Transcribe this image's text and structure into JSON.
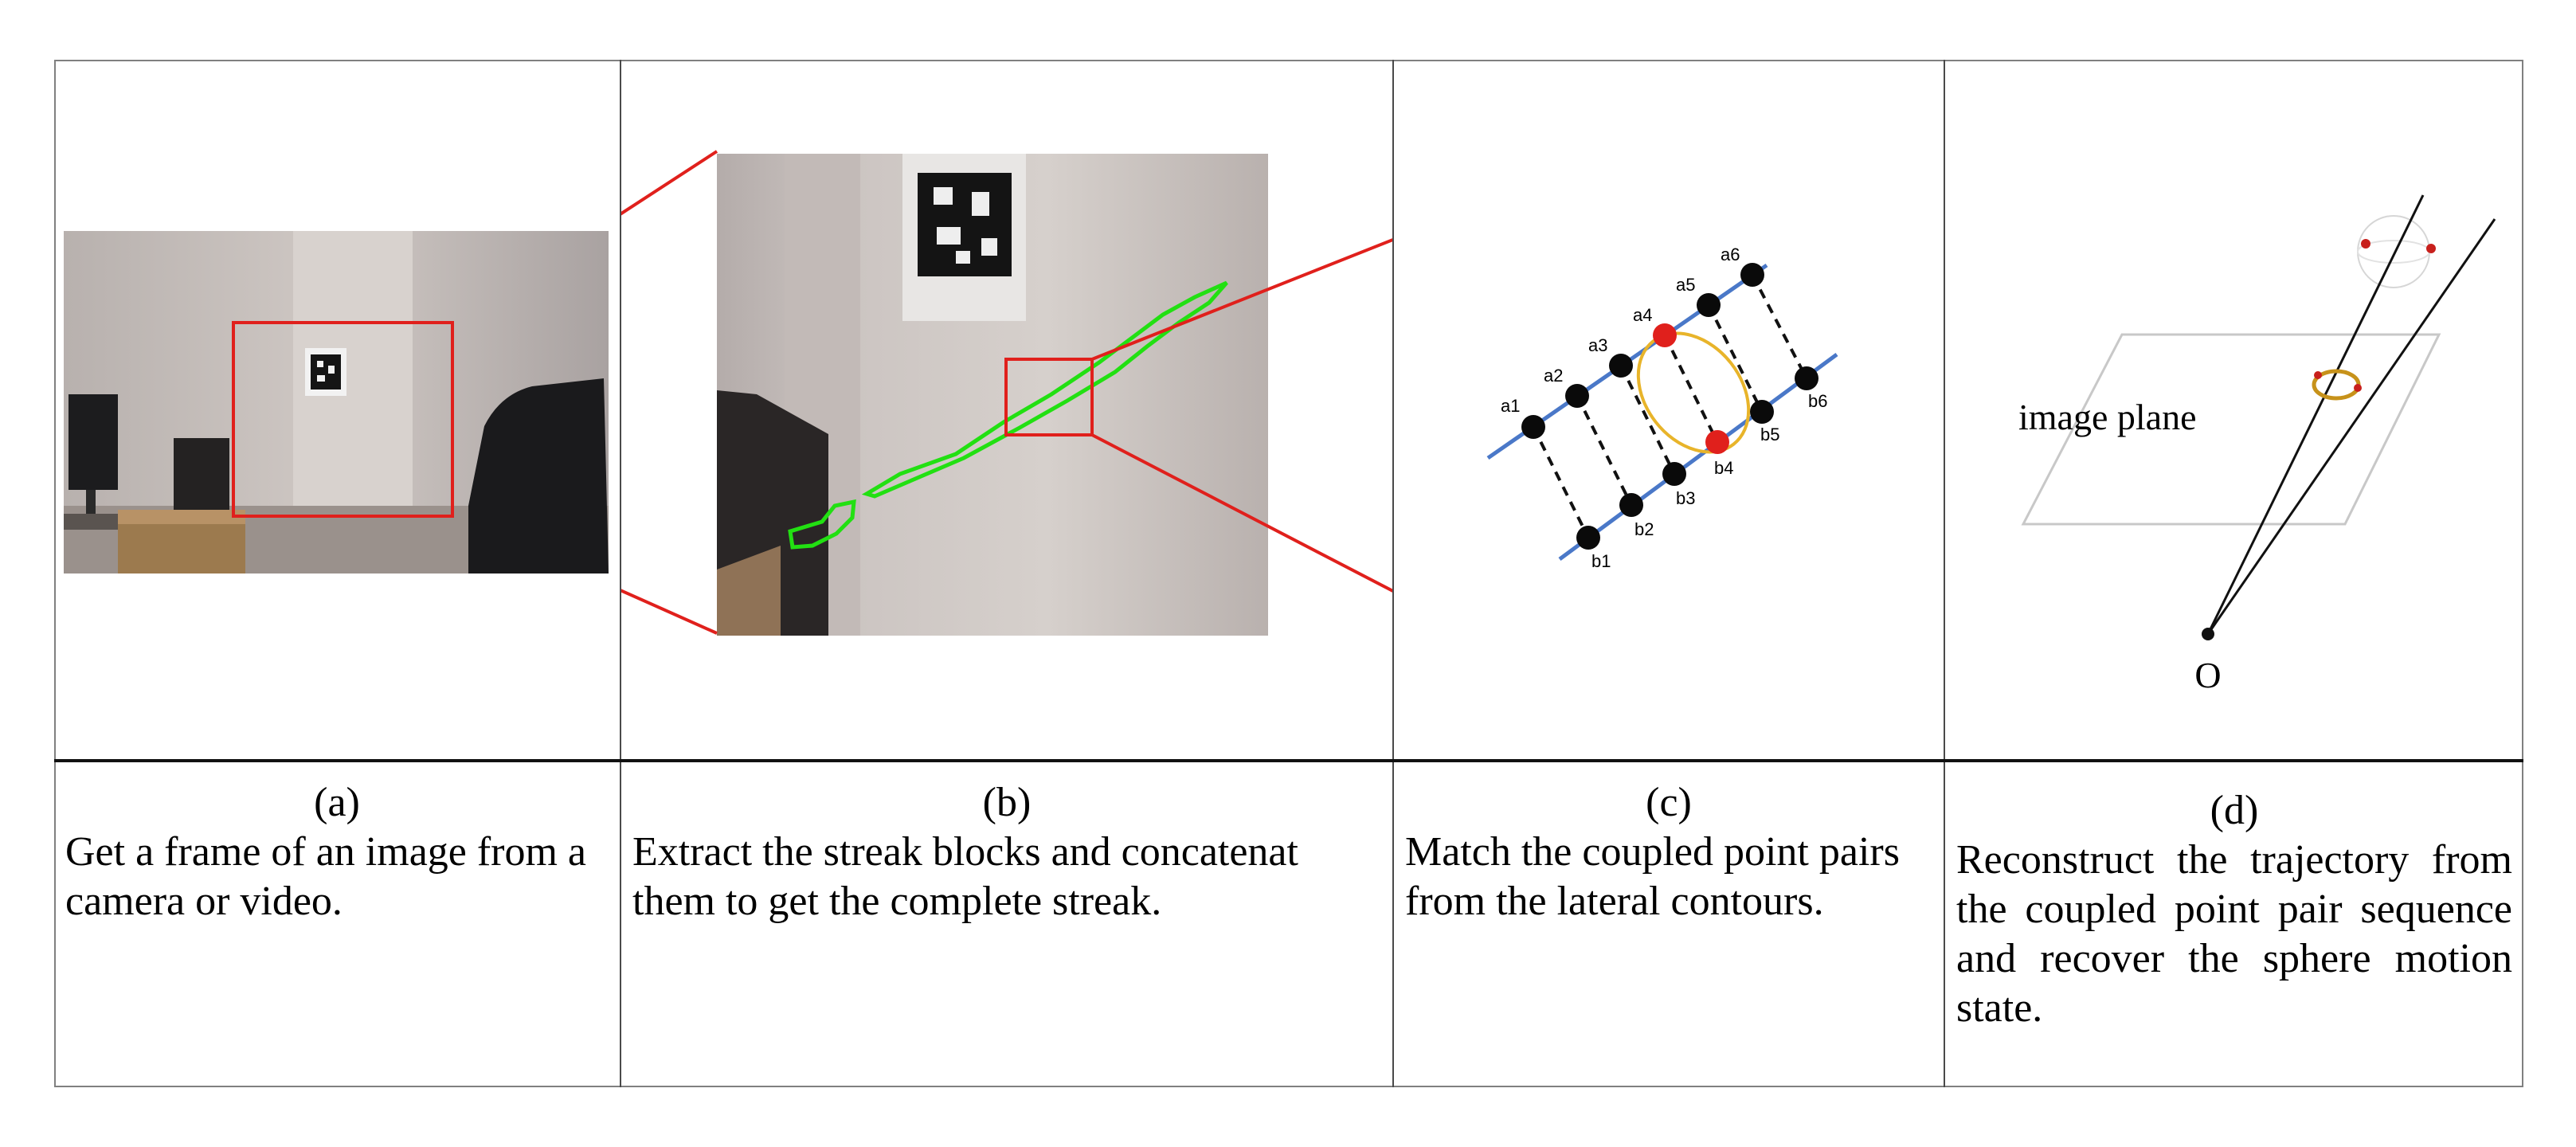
{
  "panels": [
    {
      "label": "(a)",
      "caption": "Get a frame of an image from a camera or video."
    },
    {
      "label": "(b)",
      "caption": "Extract the streak blocks and concatenat them to get the complete streak."
    },
    {
      "label": "(c)",
      "caption": "Match the coupled point pairs from the lateral contours."
    },
    {
      "label": "(d)",
      "caption": "Reconstruct the trajectory from the coupled point pair sequence and recover the sphere motion state."
    }
  ],
  "diagram_c": {
    "top_points": [
      "a1",
      "a2",
      "a3",
      "a4",
      "a5",
      "a6"
    ],
    "bottom_points": [
      "b1",
      "b2",
      "b3",
      "b4",
      "b5",
      "b6"
    ]
  },
  "diagram_d": {
    "plane_label": "image plane",
    "origin_label": "O"
  },
  "colors": {
    "highlight": "#e0201c",
    "streak": "#22e012",
    "contour": "#4a78c8",
    "ellipse": "#e8b42a"
  }
}
